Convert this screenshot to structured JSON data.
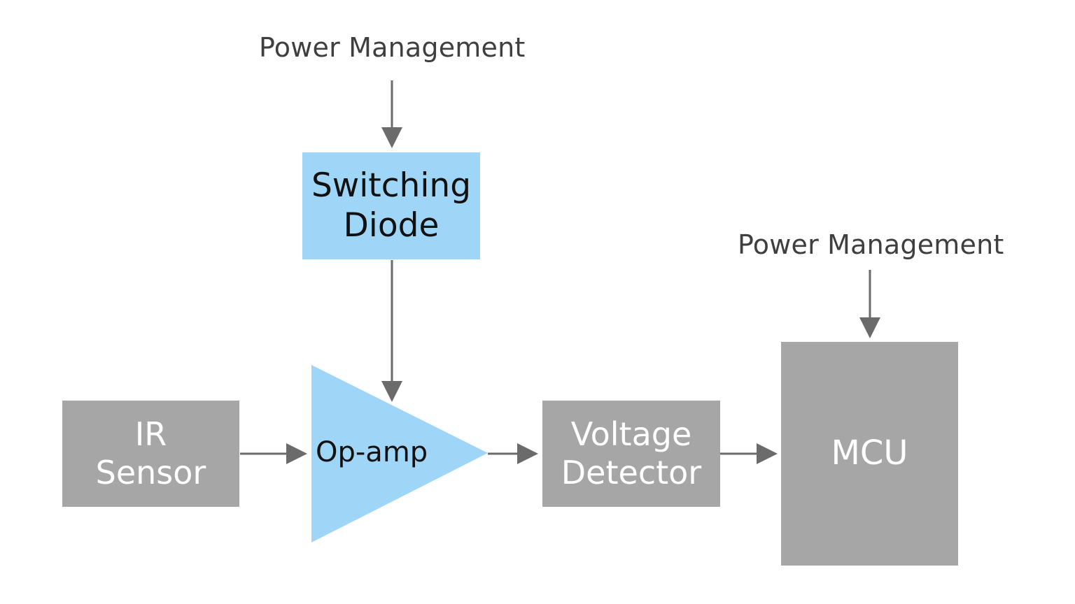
{
  "diagram": {
    "power_top": "Power Management",
    "power_right": "Power Management",
    "switching_diode": {
      "line1": "Switching",
      "line2": "Diode"
    },
    "ir_sensor": {
      "line1": "IR",
      "line2": "Sensor"
    },
    "opamp": "Op-amp",
    "voltage_detector": {
      "line1": "Voltage",
      "line2": "Detector"
    },
    "mcu": "MCU"
  },
  "colors": {
    "gray_box": "#a6a6a6",
    "blue_box": "#9fd6f8",
    "arrow": "#6b6b6b"
  }
}
